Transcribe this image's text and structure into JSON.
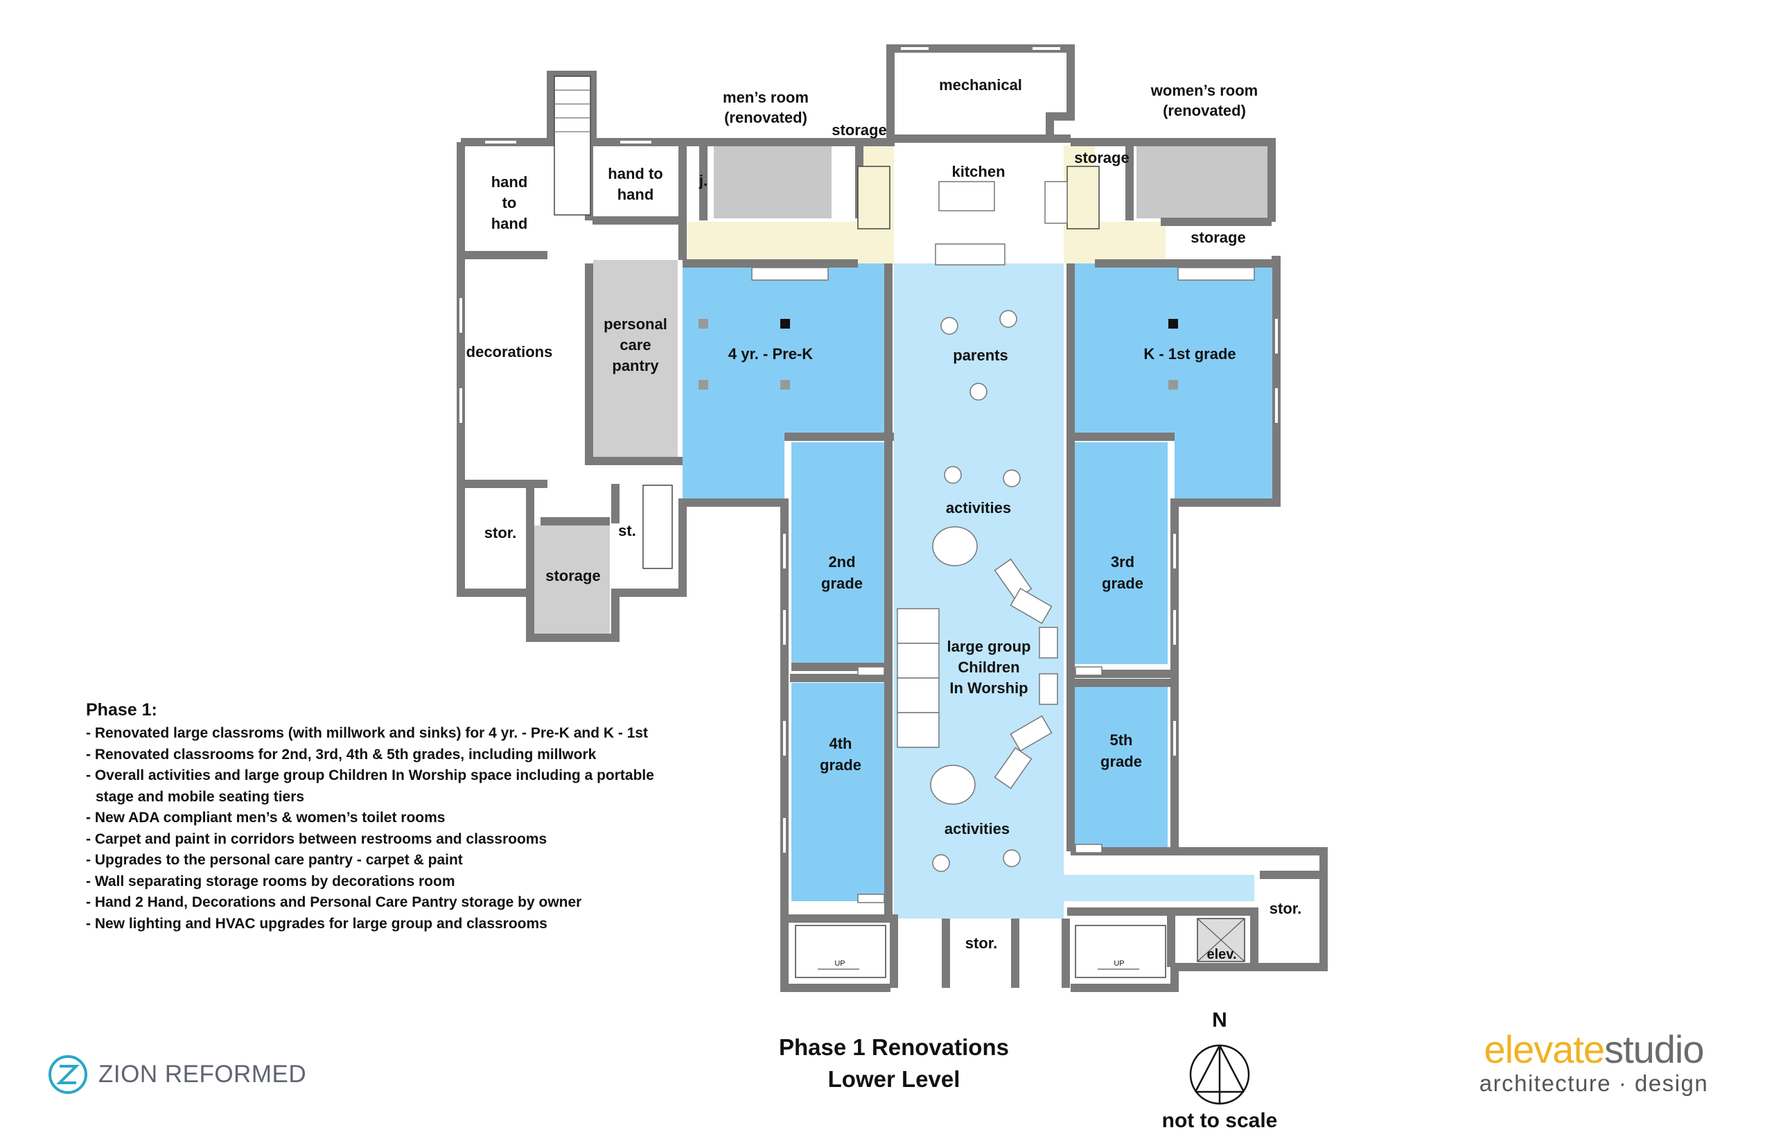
{
  "rooms": {
    "mens_room": [
      "men’s room",
      "(renovated)"
    ],
    "womens_room": [
      "women’s room",
      "(renovated)"
    ],
    "mechanical": "mechanical",
    "storage_upper_mid": "storage",
    "kitchen": "kitchen",
    "storage_upper_right": "storage",
    "storage_right": "storage",
    "hand_to_hand_left": [
      "hand",
      "to",
      "hand"
    ],
    "hand_to_hand_mid": [
      "hand to",
      "hand"
    ],
    "janitor": "j.",
    "decorations": "decorations",
    "personal_care_pantry": [
      "personal",
      "care",
      "pantry"
    ],
    "prek": "4 yr. - Pre-K",
    "parents": "parents",
    "k1": "K - 1st grade",
    "activities_top": "activities",
    "grade2": [
      "2nd",
      "grade"
    ],
    "grade3": [
      "3rd",
      "grade"
    ],
    "large_group": [
      "large group",
      "Children",
      "In Worship"
    ],
    "grade4": [
      "4th",
      "grade"
    ],
    "grade5": [
      "5th",
      "grade"
    ],
    "activities_bottom": "activities",
    "stor_left": "stor.",
    "storage_left": "storage",
    "st": "st.",
    "stor_bottom": "stor.",
    "stor_right": "stor.",
    "elev": "elev.",
    "up": "UP"
  },
  "notes": {
    "title": "Phase 1:",
    "items": [
      "- Renovated large classroms (with millwork and sinks) for 4 yr. - Pre-K and K - 1st",
      "- Renovated classrooms for 2nd, 3rd, 4th & 5th grades, including millwork",
      "- Overall activities and large group Children In Worship space including a portable",
      "  stage and mobile seating tiers",
      "- New ADA compliant men’s & women’s toilet rooms",
      "- Carpet and paint in corridors between restrooms and classrooms",
      "- Upgrades to the personal care pantry - carpet & paint",
      "- Wall separating storage rooms by decorations room",
      "- Hand 2 Hand, Decorations and Personal Care Pantry storage by owner",
      "- New lighting and HVAC upgrades for large group and classrooms"
    ]
  },
  "title": {
    "line1": "Phase 1 Renovations",
    "line2": "Lower Level"
  },
  "north": {
    "letter": "N",
    "scale": "not to scale"
  },
  "logos": {
    "zion": "ZION REFORMED",
    "elevate_part1": "elevate",
    "elevate_part2": "studio",
    "elevate_tag": "architecture · design"
  },
  "colors": {
    "classroom_blue": "#86cdf5",
    "open_space_blue": "#bfe6fa",
    "corridor_yellow": "#f7f3d4",
    "restroom_gray": "#c8c8c8",
    "pantry_gray": "#cfcfcf",
    "wall_gray": "#7a7a7a",
    "elevate_yellow": "#f2b124",
    "zion_teal": "#2aa6c8"
  }
}
